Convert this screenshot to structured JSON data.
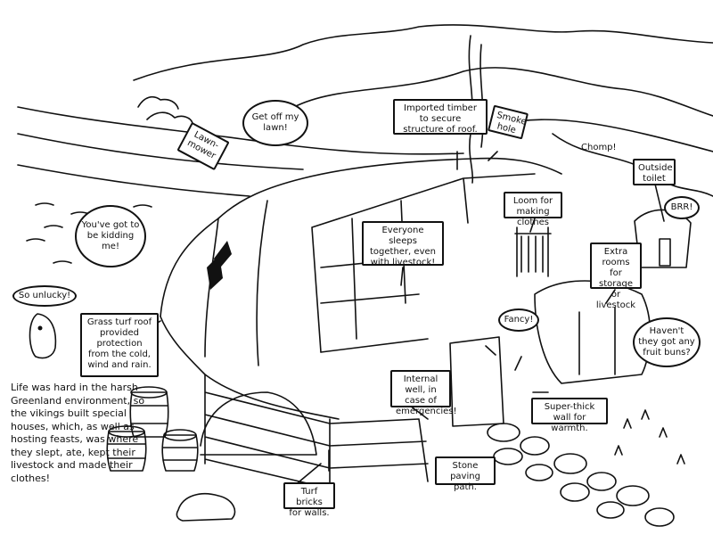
{
  "labels": {
    "lawnmower": "Lawn-mower",
    "get_off_lawn": "Get off my lawn!",
    "imported_timber": "Imported timber to secure structure of roof.",
    "smoke_hole": "Smoke hole",
    "chomp": "Chomp!",
    "outside_toilet": "Outside toilet",
    "brr": "BRR!",
    "kidding_me": "You've got to be kidding me!",
    "loom": "Loom for making clothes",
    "sleeps_together": "Everyone sleeps together, even with livestock!",
    "extra_rooms": "Extra rooms for storage or livestock",
    "so_unlucky": "So unlucky!",
    "grass_turf": "Grass turf roof provided protection from the cold, wind and rain.",
    "fancy": "Fancy!",
    "fruit_buns": "Haven't they got any fruit buns?",
    "internal_well": "Internal well, in case of emergencies!",
    "super_thick_wall": "Super-thick wall for warmth.",
    "stone_paving": "Stone paving path.",
    "turf_bricks": "Turf bricks for walls."
  },
  "intro_text": "Life was hard in the harsh Greenland environment, so the vikings built special houses, which, as well as hosting feasts, was where they slept, ate, kept their livestock and made their clothes!",
  "colors": {
    "ink": "#111111",
    "paper": "#ffffff"
  }
}
